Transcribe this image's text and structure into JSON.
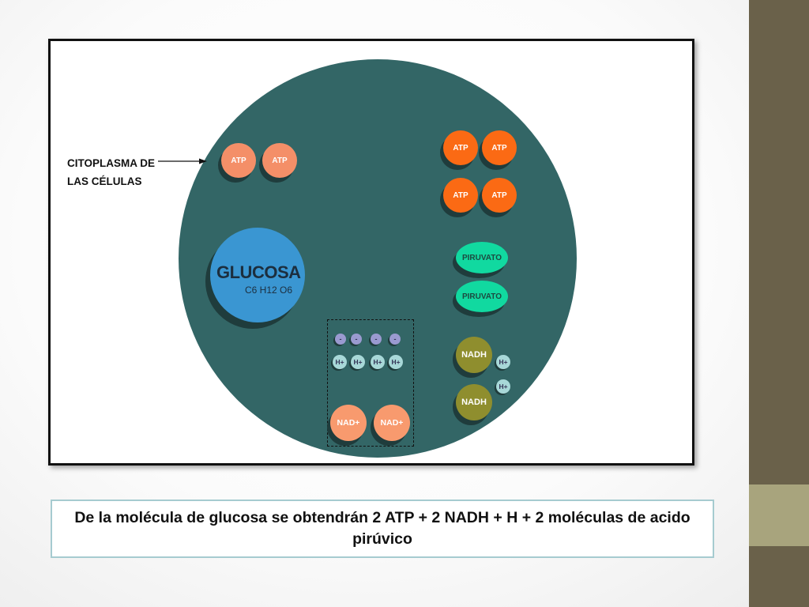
{
  "diagram": {
    "label": {
      "line1": "CITOPLASMA DE",
      "line2": "LAS CÉLULAS"
    },
    "glucosa": {
      "name": "GLUCOSA",
      "formula": "C6 H12 O6"
    },
    "atp_left": [
      "ATP",
      "ATP"
    ],
    "atp_right": [
      "ATP",
      "ATP",
      "ATP",
      "ATP"
    ],
    "piruvato": [
      "PIRUVATO",
      "PIRUVATO"
    ],
    "electrons": [
      "-",
      "-",
      "-",
      "-"
    ],
    "hplus_box": [
      "H+",
      "H+",
      "H+",
      "H+"
    ],
    "nad_plus": [
      "NAD+",
      "NAD+"
    ],
    "nadh": [
      "NADH",
      "NADH"
    ],
    "hplus_side": [
      "H+",
      "H+"
    ]
  },
  "caption": "De la molécula de glucosa se obtendrán 2 ATP + 2 NADH  + H + 2 moléculas de acido pirúvico",
  "colors": {
    "cell": "#336666",
    "atp_light": "#f48f68",
    "atp_dark": "#fb6a14",
    "glucosa": "#3a96d2",
    "piruvato": "#11d9a0",
    "nadh": "#8f8e2e",
    "nad_plus": "#f89a6e",
    "hplus": "#a8d8d8",
    "electron": "#9a9ad0",
    "side_band": "#6a614a",
    "side_accent": "#a8a47d"
  }
}
